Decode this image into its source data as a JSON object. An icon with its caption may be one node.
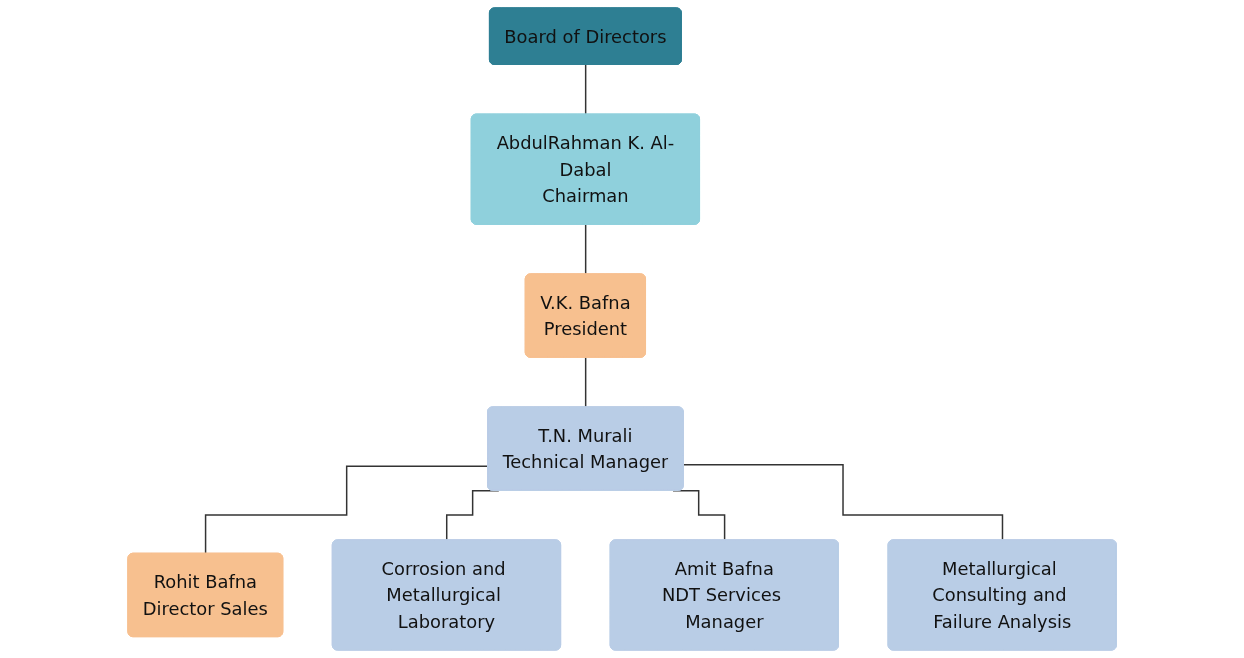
{
  "diagram": {
    "nodes": [
      {
        "text": [
          "Board of Directors"
        ]
      },
      {
        "text": [
          "AbdulRahman K. Al-Dabal",
          "Chairman"
        ]
      },
      {
        "text": [
          "V.K. Bafna",
          "President"
        ]
      },
      {
        "text": [
          "T.N. Murali",
          "Technical Manager"
        ]
      },
      {
        "text": [
          "Rohit Bafna",
          "Director Sales"
        ]
      },
      {
        "text": [
          "Corrosion and Metallurgical Laboratory"
        ]
      },
      {
        "text": [
          "Amit Bafna",
          "NDT Services Manager"
        ]
      },
      {
        "text": [
          "Metallurgical Consulting and Failure Analysis"
        ]
      }
    ],
    "edges": [
      {
        "from": 0,
        "to": 1,
        "arrow": "none"
      },
      {
        "from": 1,
        "to": 2,
        "arrow": "none"
      },
      {
        "from": 2,
        "to": 3,
        "arrow": "none"
      },
      {
        "from": 3,
        "to": 4,
        "arrow": "none"
      },
      {
        "from": 3,
        "to": 5,
        "arrow": "none"
      },
      {
        "from": 3,
        "to": 6,
        "arrow": "none"
      },
      {
        "from": 3,
        "to": 7,
        "arrow": "none"
      }
    ]
  }
}
